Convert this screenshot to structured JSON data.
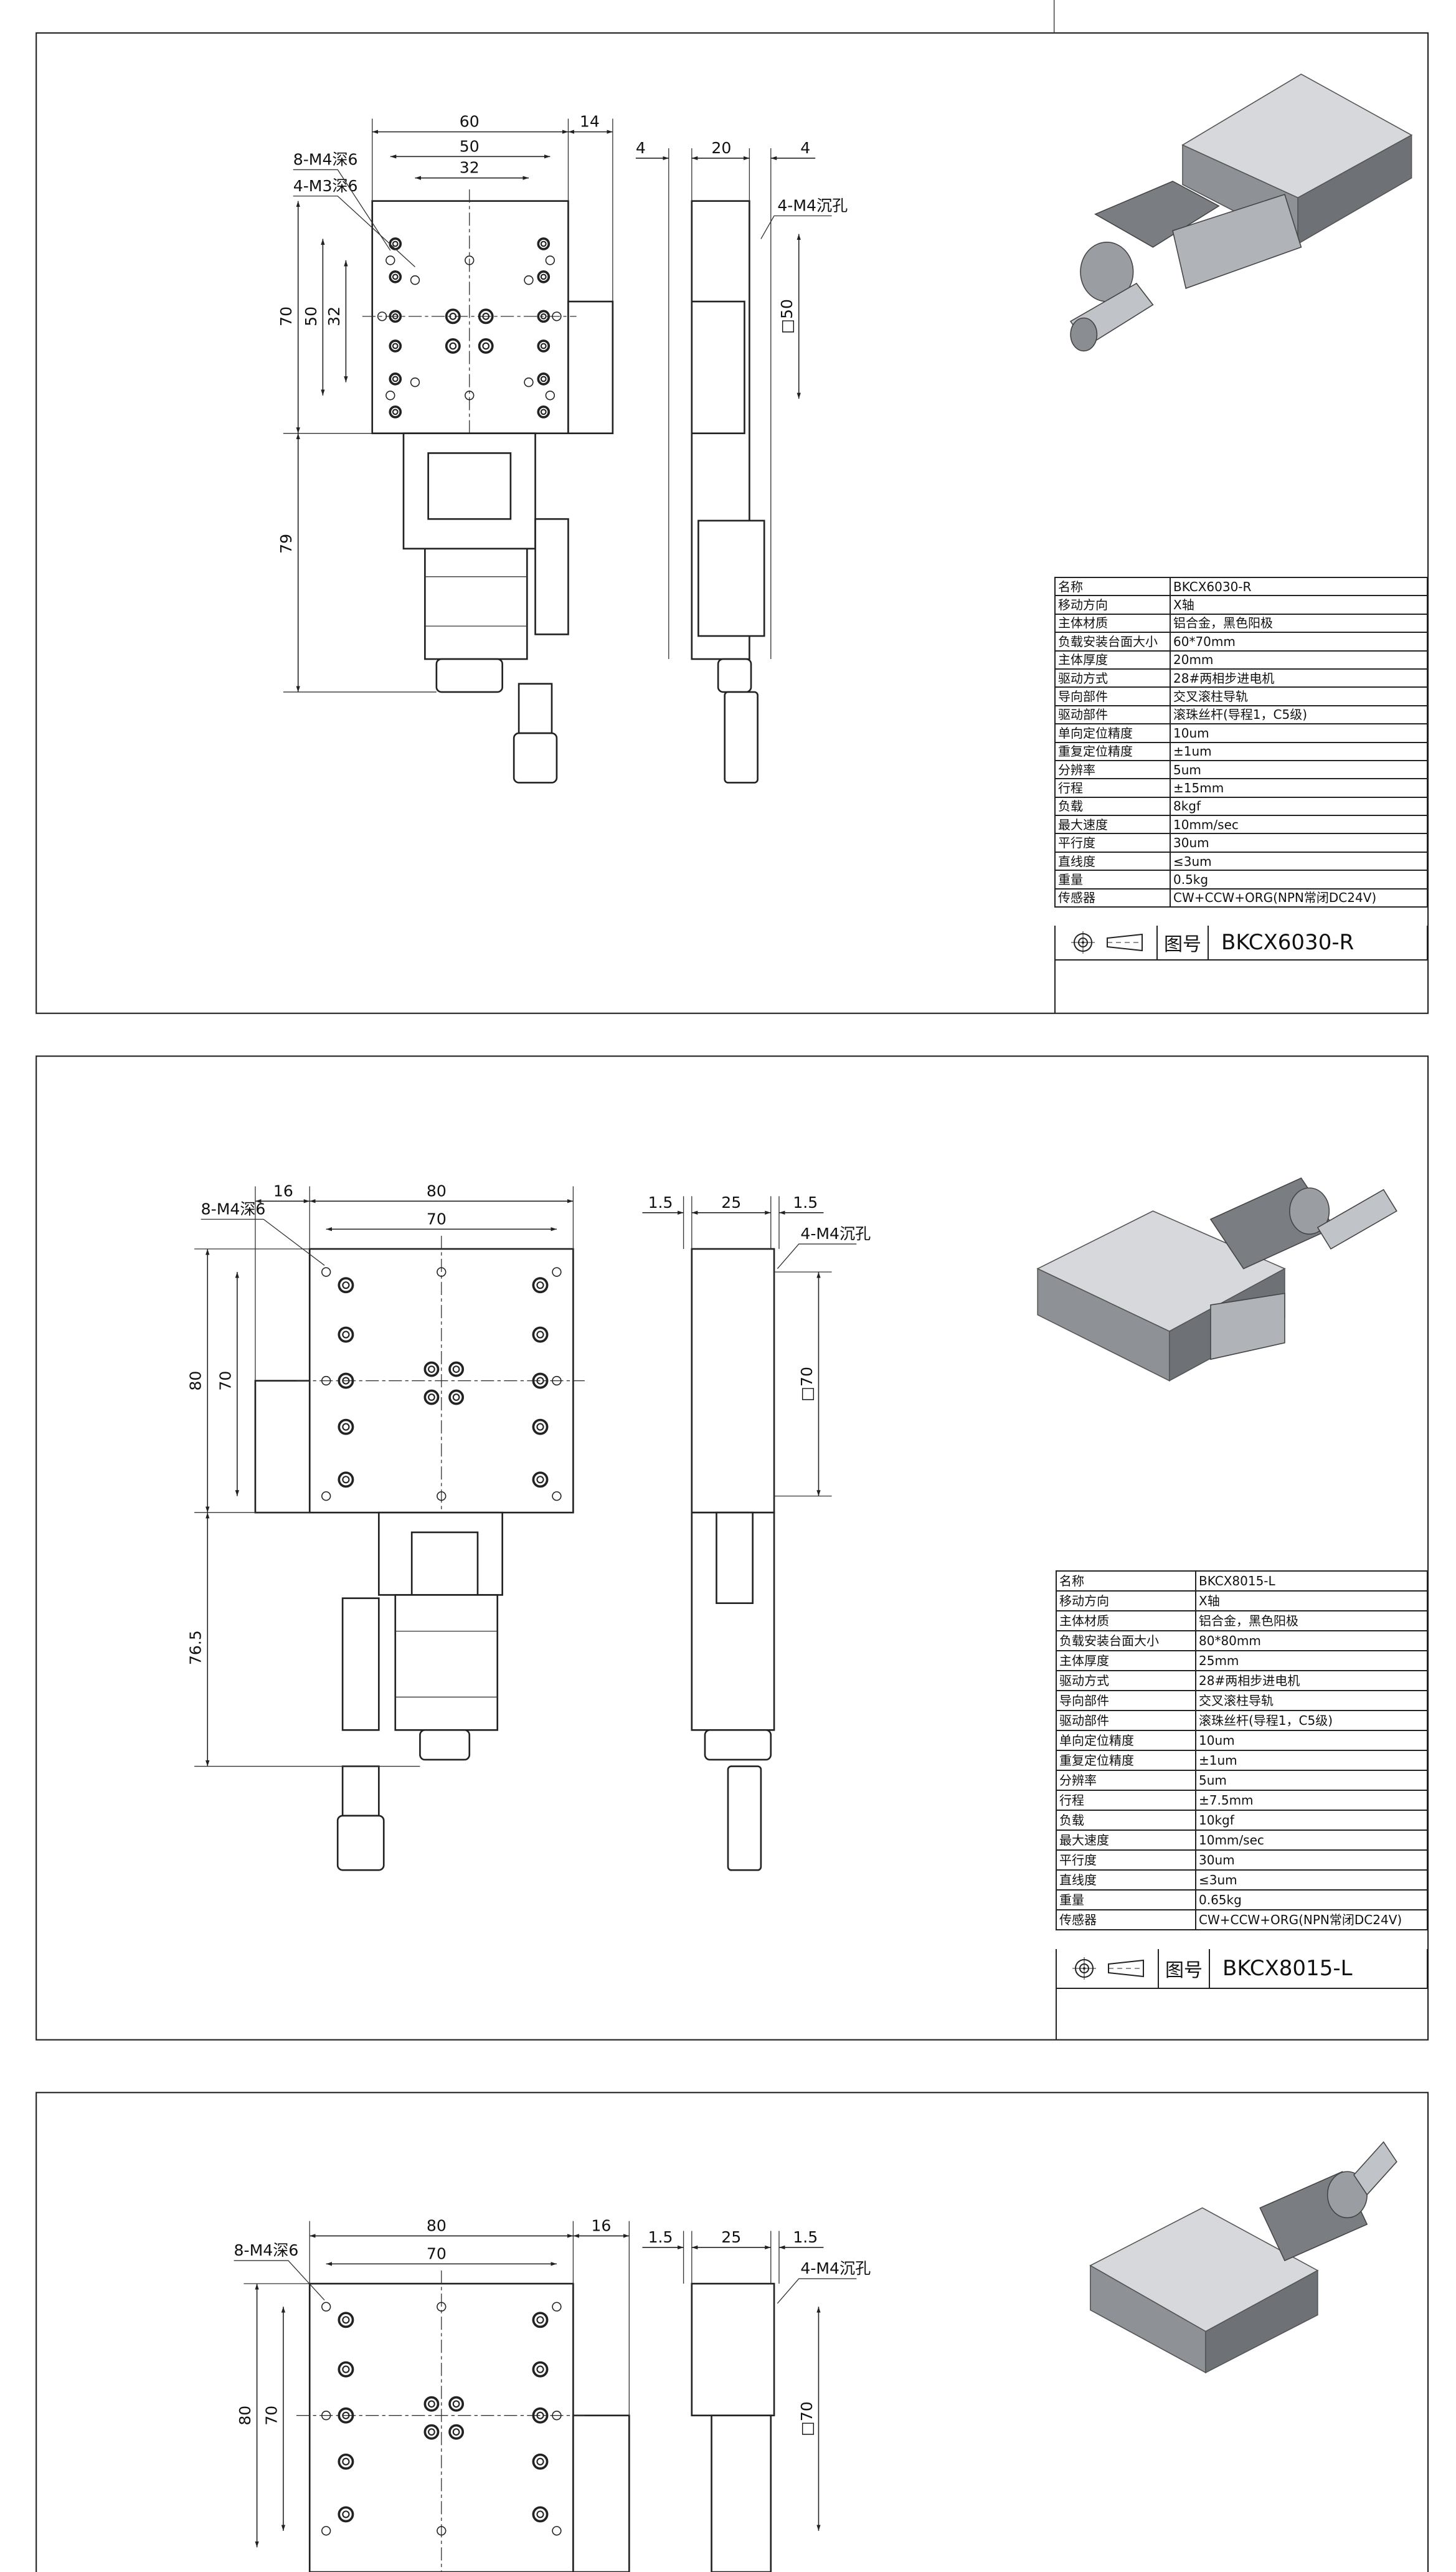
{
  "sheets": [
    {
      "dims": {
        "w60": "60",
        "w50": "50",
        "w32": "32",
        "w14": "14",
        "s4a": "4",
        "s20": "20",
        "s4b": "4",
        "h70": "70",
        "h50": "50",
        "h32": "32",
        "h79": "79",
        "sq": "□50",
        "note1": "8-M4深6",
        "note2": "4-M3深6",
        "note3": "4-M4沉孔"
      },
      "specs": [
        [
          "名称",
          "BKCX6030-R"
        ],
        [
          "移动方向",
          "X轴"
        ],
        [
          "主体材质",
          "铝合金，黑色阳极"
        ],
        [
          "负载安装台面大小",
          "60*70mm"
        ],
        [
          "主体厚度",
          "20mm"
        ],
        [
          "驱动方式",
          "28#两相步进电机"
        ],
        [
          "导向部件",
          "交叉滚柱导轨"
        ],
        [
          "驱动部件",
          "滚珠丝杆(导程1，C5级)"
        ],
        [
          "单向定位精度",
          "10um"
        ],
        [
          "重复定位精度",
          "±1um"
        ],
        [
          "分辨率",
          "5um"
        ],
        [
          "行程",
          "±15mm"
        ],
        [
          "负载",
          "8kgf"
        ],
        [
          "最大速度",
          "10mm/sec"
        ],
        [
          "平行度",
          "30um"
        ],
        [
          "直线度",
          "≤3um"
        ],
        [
          "重量",
          "0.5kg"
        ],
        [
          "传感器",
          "CW+CCW+ORG(NPN常闭DC24V)"
        ]
      ],
      "drawing_label": "图号",
      "drawing_no": "BKCX6030-R"
    },
    {
      "dims": {
        "w16": "16",
        "w80": "80",
        "w70": "70",
        "s1a": "1.5",
        "s25": "25",
        "s1b": "1.5",
        "h80": "80",
        "h70": "70",
        "h765": "76.5",
        "sq": "□70",
        "note1": "8-M4深6",
        "note3": "4-M4沉孔"
      },
      "specs": [
        [
          "名称",
          "BKCX8015-L"
        ],
        [
          "移动方向",
          "X轴"
        ],
        [
          "主体材质",
          "铝合金，黑色阳极"
        ],
        [
          "负载安装台面大小",
          "80*80mm"
        ],
        [
          "主体厚度",
          "25mm"
        ],
        [
          "驱动方式",
          "28#两相步进电机"
        ],
        [
          "导向部件",
          "交叉滚柱导轨"
        ],
        [
          "驱动部件",
          "滚珠丝杆(导程1，C5级)"
        ],
        [
          "单向定位精度",
          "10um"
        ],
        [
          "重复定位精度",
          "±1um"
        ],
        [
          "分辨率",
          "5um"
        ],
        [
          "行程",
          "±7.5mm"
        ],
        [
          "负载",
          "10kgf"
        ],
        [
          "最大速度",
          "10mm/sec"
        ],
        [
          "平行度",
          "30um"
        ],
        [
          "直线度",
          "≤3um"
        ],
        [
          "重量",
          "0.65kg"
        ],
        [
          "传感器",
          "CW+CCW+ORG(NPN常闭DC24V)"
        ]
      ],
      "drawing_label": "图号",
      "drawing_no": "BKCX8015-L"
    },
    {
      "dims": {
        "w80": "80",
        "w16": "16",
        "w70": "70",
        "s1a": "1.5",
        "s25": "25",
        "s1b": "1.5",
        "h80": "80",
        "h70": "70",
        "sq": "□70",
        "note1": "8-M4深6",
        "note3": "4-M4沉孔"
      }
    }
  ]
}
